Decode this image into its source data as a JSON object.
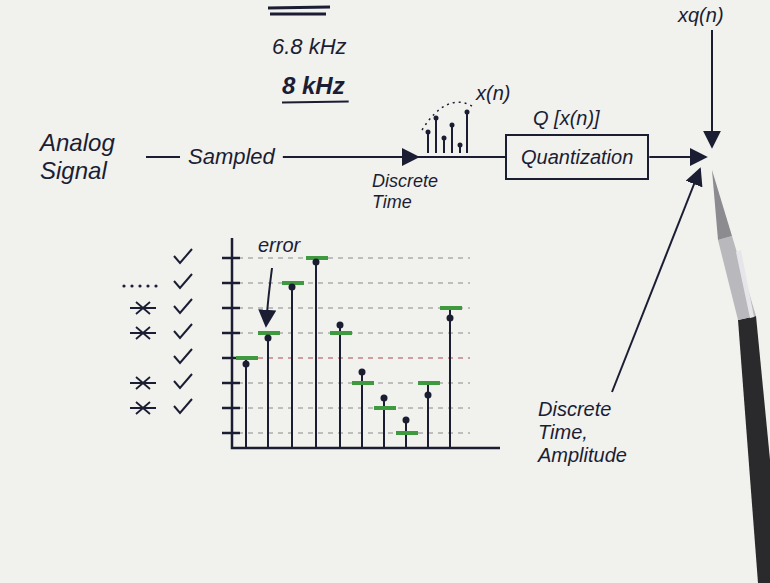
{
  "diagram": {
    "nodes": [
      {
        "text": [
          "Q [x(n)]",
          "Quantization"
        ]
      }
    ],
    "labels": [
      "6.8 kHz",
      "8 kHz",
      "Analog Signal",
      "Sampled",
      "x(n)",
      "Discrete Time",
      "xq(n)",
      "error",
      "Discrete Time, Amplitude"
    ]
  }
}
